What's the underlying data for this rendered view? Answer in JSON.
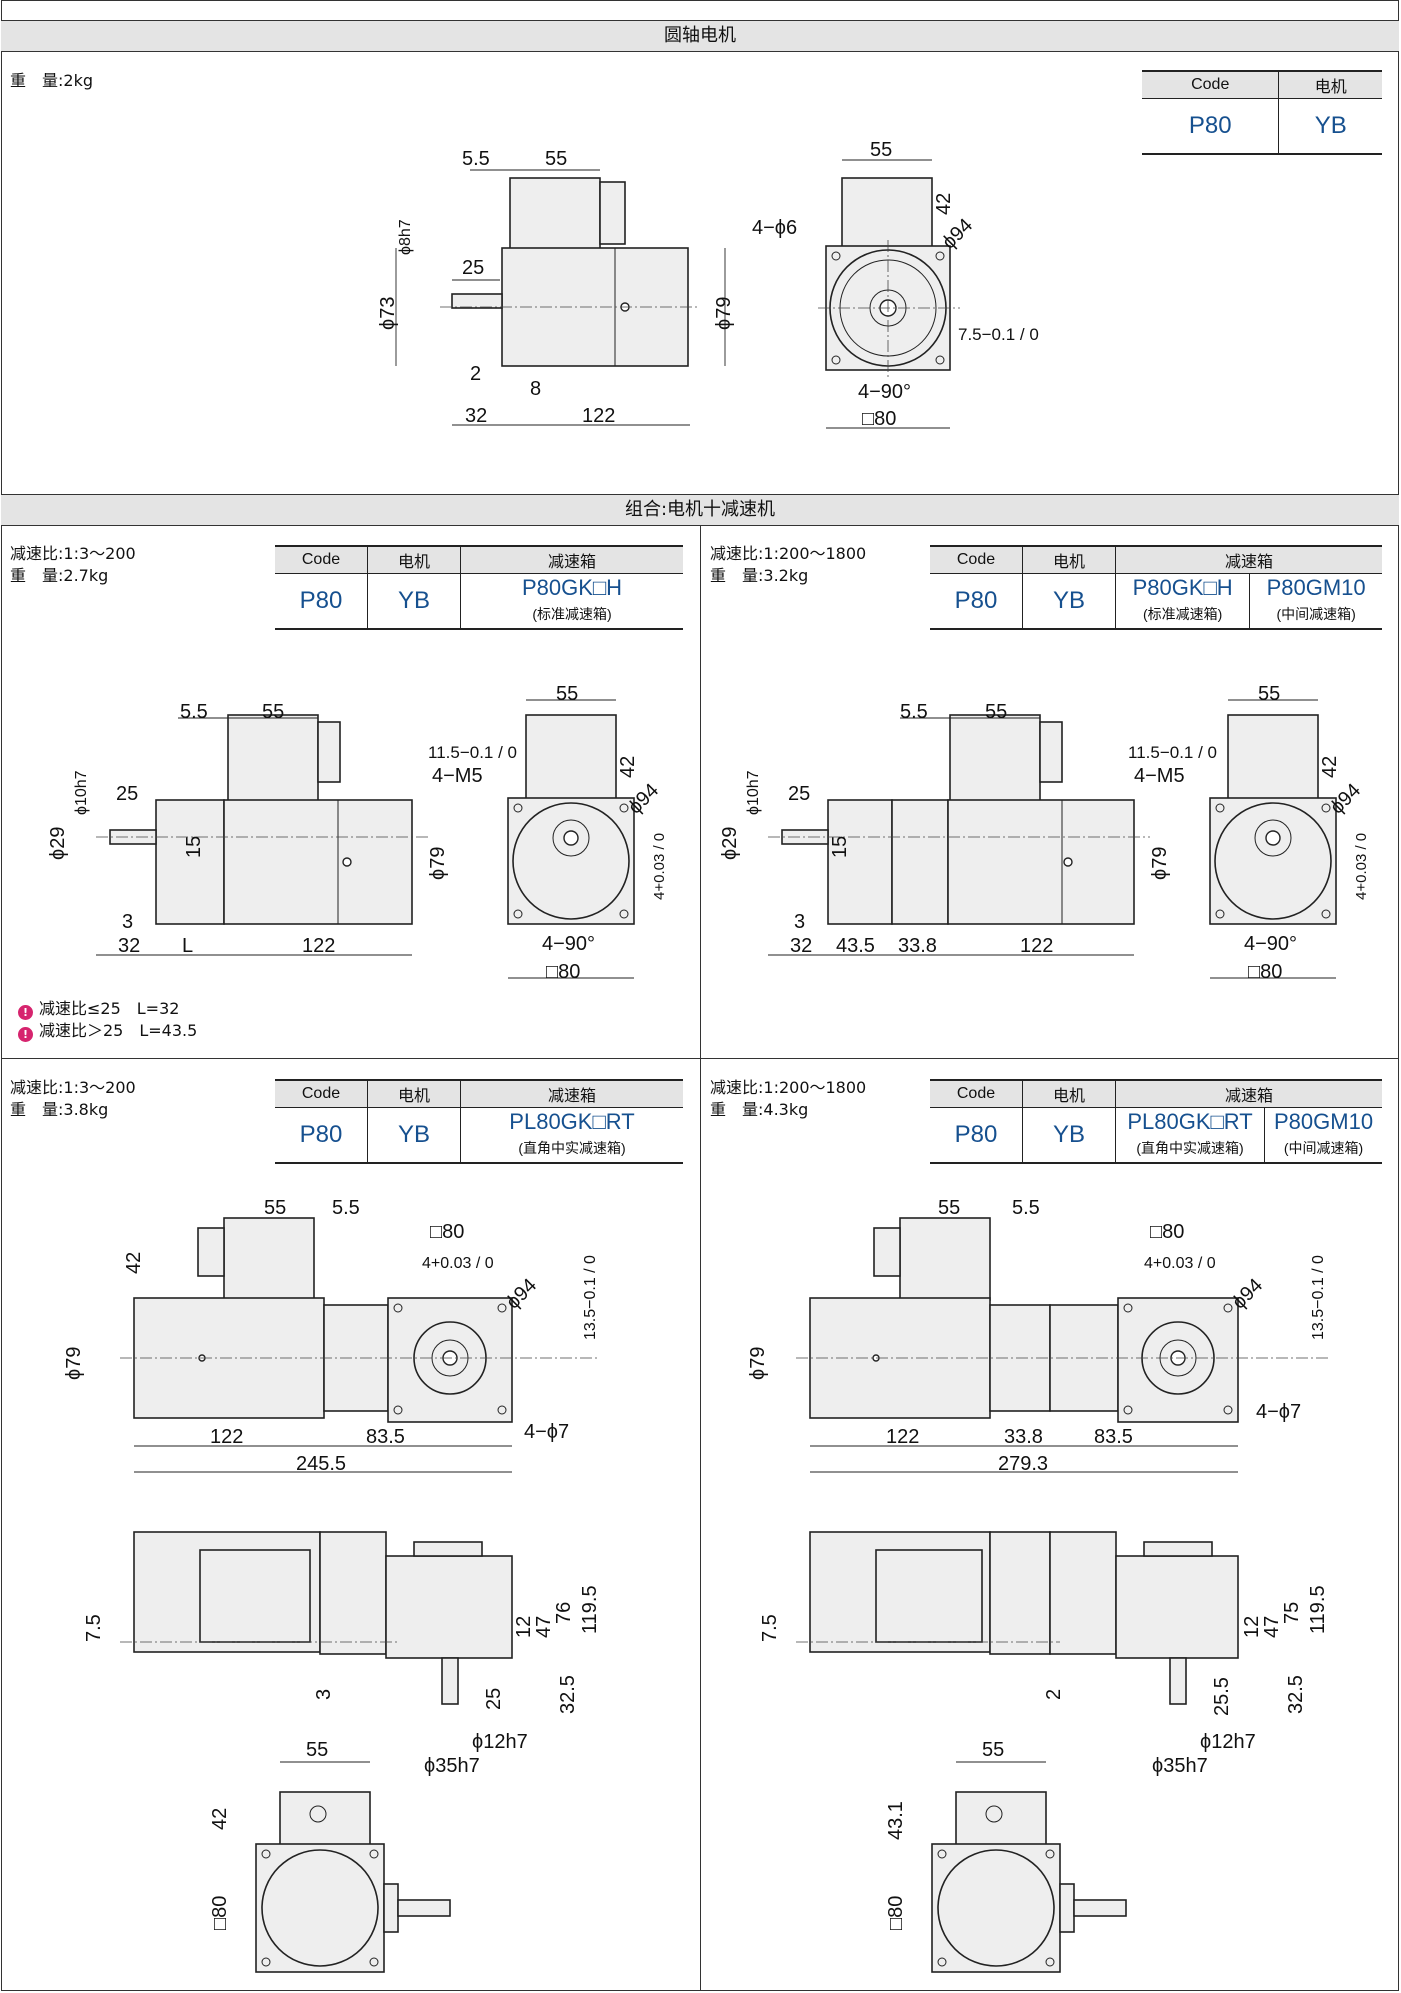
{
  "sections": {
    "motor_title": "圆轴电机",
    "combo_title": "组合:电机十减速机"
  },
  "motor": {
    "weight": "重　量:2kg",
    "table": {
      "h_code": "Code",
      "h_motor": "电机",
      "code": "P80",
      "motor": "YB"
    },
    "dims": {
      "d1": "5.5",
      "d2": "55",
      "d3": "ϕ8h7",
      "d4": "25",
      "d5": "ϕ73",
      "d6": "ϕ79",
      "d7": "2",
      "d8": "8",
      "d9": "32",
      "d10": "122",
      "f1": "55",
      "f2": "42",
      "f3": "4−ϕ6",
      "f4": "ϕ94",
      "f5": "7.5−0.1 / 0",
      "f6": "4−90°",
      "f7": "□80"
    }
  },
  "combo_tl": {
    "ratio": "减速比:1:3～200",
    "weight": "重　量:2.7kg",
    "table": {
      "h_code": "Code",
      "h_motor": "电机",
      "h_gear": "减速箱",
      "code": "P80",
      "motor": "YB",
      "gear": "P80GK□H",
      "gear_sub": "(标准减速箱)"
    },
    "notes": [
      "减速比≤25　L=32",
      "减速比＞25　L=43.5"
    ],
    "dims": {
      "a": "5.5",
      "b": "55",
      "c": "ϕ10h7",
      "d": "25",
      "e": "ϕ29",
      "f": "15",
      "g": "3",
      "h": "32",
      "i": "L",
      "j": "122",
      "k": "ϕ79",
      "f1": "55",
      "f2": "11.5−0.1 / 0",
      "f3": "4−M5",
      "f4": "42",
      "f5": "ϕ94",
      "f6": "4+0.03 / 0",
      "f7": "4−90°",
      "f8": "□80"
    }
  },
  "combo_tr": {
    "ratio": "减速比:1:200～1800",
    "weight": "重　量:3.2kg",
    "table": {
      "h_code": "Code",
      "h_motor": "电机",
      "h_gear": "减速箱",
      "code": "P80",
      "motor": "YB",
      "gear": "P80GK□H",
      "gear_sub": "(标准减速箱)",
      "gear2": "P80GM10",
      "gear2_sub": "(中间减速箱)"
    },
    "dims": {
      "a": "5.5",
      "b": "55",
      "c": "ϕ10h7",
      "d": "25",
      "e": "ϕ29",
      "f": "15",
      "g": "3",
      "h": "32",
      "i": "43.5",
      "i2": "33.8",
      "j": "122",
      "k": "ϕ79",
      "f1": "55",
      "f2": "11.5−0.1 / 0",
      "f3": "4−M5",
      "f4": "42",
      "f5": "ϕ94",
      "f6": "4+0.03 / 0",
      "f7": "4−90°",
      "f8": "□80"
    }
  },
  "combo_bl": {
    "ratio": "减速比:1:3～200",
    "weight": "重　量:3.8kg",
    "table": {
      "h_code": "Code",
      "h_motor": "电机",
      "h_gear": "减速箱",
      "code": "P80",
      "motor": "YB",
      "gear": "PL80GK□RT",
      "gear_sub": "(直角中实减速箱)"
    },
    "dims": {
      "a": "55",
      "b": "5.5",
      "c": "42",
      "d": "ϕ79",
      "e": "122",
      "f": "83.5",
      "g": "245.5",
      "h": "□80",
      "i": "4+0.03 / 0",
      "j": "ϕ94",
      "k": "13.5−0.1 / 0",
      "l": "4−ϕ7",
      "s1": "7.5",
      "s2": "12",
      "s3": "47",
      "s4": "76",
      "s5": "119.5",
      "s6": "3",
      "s7": "25",
      "s8": "32.5",
      "s9": "ϕ12h7",
      "s10": "ϕ35h7",
      "b1": "55",
      "b2": "42",
      "b3": "□80"
    }
  },
  "combo_br": {
    "ratio": "减速比:1:200～1800",
    "weight": "重　量:4.3kg",
    "table": {
      "h_code": "Code",
      "h_motor": "电机",
      "h_gear": "减速箱",
      "code": "P80",
      "motor": "YB",
      "gear": "PL80GK□RT",
      "gear_sub": "(直角中实减速箱)",
      "gear2": "P80GM10",
      "gear2_sub": "(中间减速箱)"
    },
    "dims": {
      "a": "55",
      "b": "5.5",
      "d": "ϕ79",
      "e": "122",
      "e2": "33.8",
      "f": "83.5",
      "g": "279.3",
      "h": "□80",
      "i": "4+0.03 / 0",
      "j": "ϕ94",
      "k": "13.5−0.1 / 0",
      "l": "4−ϕ7",
      "s1": "7.5",
      "s2": "12",
      "s3": "47",
      "s4": "75",
      "s5": "119.5",
      "s6": "2",
      "s7": "25.5",
      "s8": "32.5",
      "s9": "ϕ12h7",
      "s10": "ϕ35h7",
      "b1": "55",
      "b2": "43.1",
      "b3": "□80"
    }
  },
  "colors": {
    "code_blue": "#16508f",
    "header_gray": "#e4e4e4",
    "warn": "#d6246e"
  }
}
